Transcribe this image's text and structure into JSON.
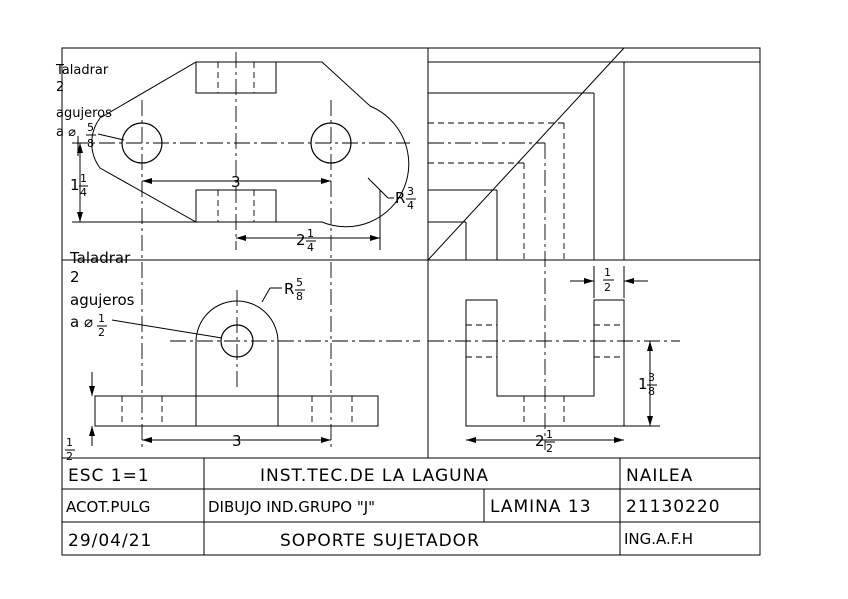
{
  "top_view": {
    "drill_note": [
      "Taladrar",
      "2",
      "agujeros",
      "a ⌀"
    ],
    "drill_dia": {
      "num": "5",
      "den": "8"
    },
    "height_dim": {
      "whole": "1",
      "num": "1",
      "den": "4"
    },
    "center_dim": "3",
    "radius_dim": {
      "prefix": "R",
      "num": "3",
      "den": "4"
    },
    "offset_dim": {
      "whole": "2",
      "num": "1",
      "den": "4"
    }
  },
  "front_view": {
    "drill_note": [
      "Taladrar",
      "2",
      "agujeros",
      "a ⌀"
    ],
    "drill_dia": {
      "num": "1",
      "den": "2"
    },
    "radius_dim": {
      "prefix": "R",
      "num": "5",
      "den": "8"
    },
    "thickness_dim": {
      "num": "1",
      "den": "2"
    },
    "center_dim": "3"
  },
  "side_view": {
    "top_width_dim": {
      "num": "1",
      "den": "2"
    },
    "height_dim": {
      "whole": "1",
      "num": "3",
      "den": "8"
    },
    "base_dim": {
      "whole": "2",
      "num": "1",
      "den": "2"
    }
  },
  "title_block": {
    "scale": "ESC 1=1",
    "institute": "INST.TEC.DE LA LAGUNA",
    "author": "NAILEA",
    "units": "ACOT.PULG",
    "course": "DIBUJO IND.GRUPO \"J\"",
    "sheet": "LAMINA 13",
    "student_id": "21130220",
    "date": "29/04/21",
    "part_name": "SOPORTE SUJETADOR",
    "teacher": "ING.A.F.H"
  }
}
